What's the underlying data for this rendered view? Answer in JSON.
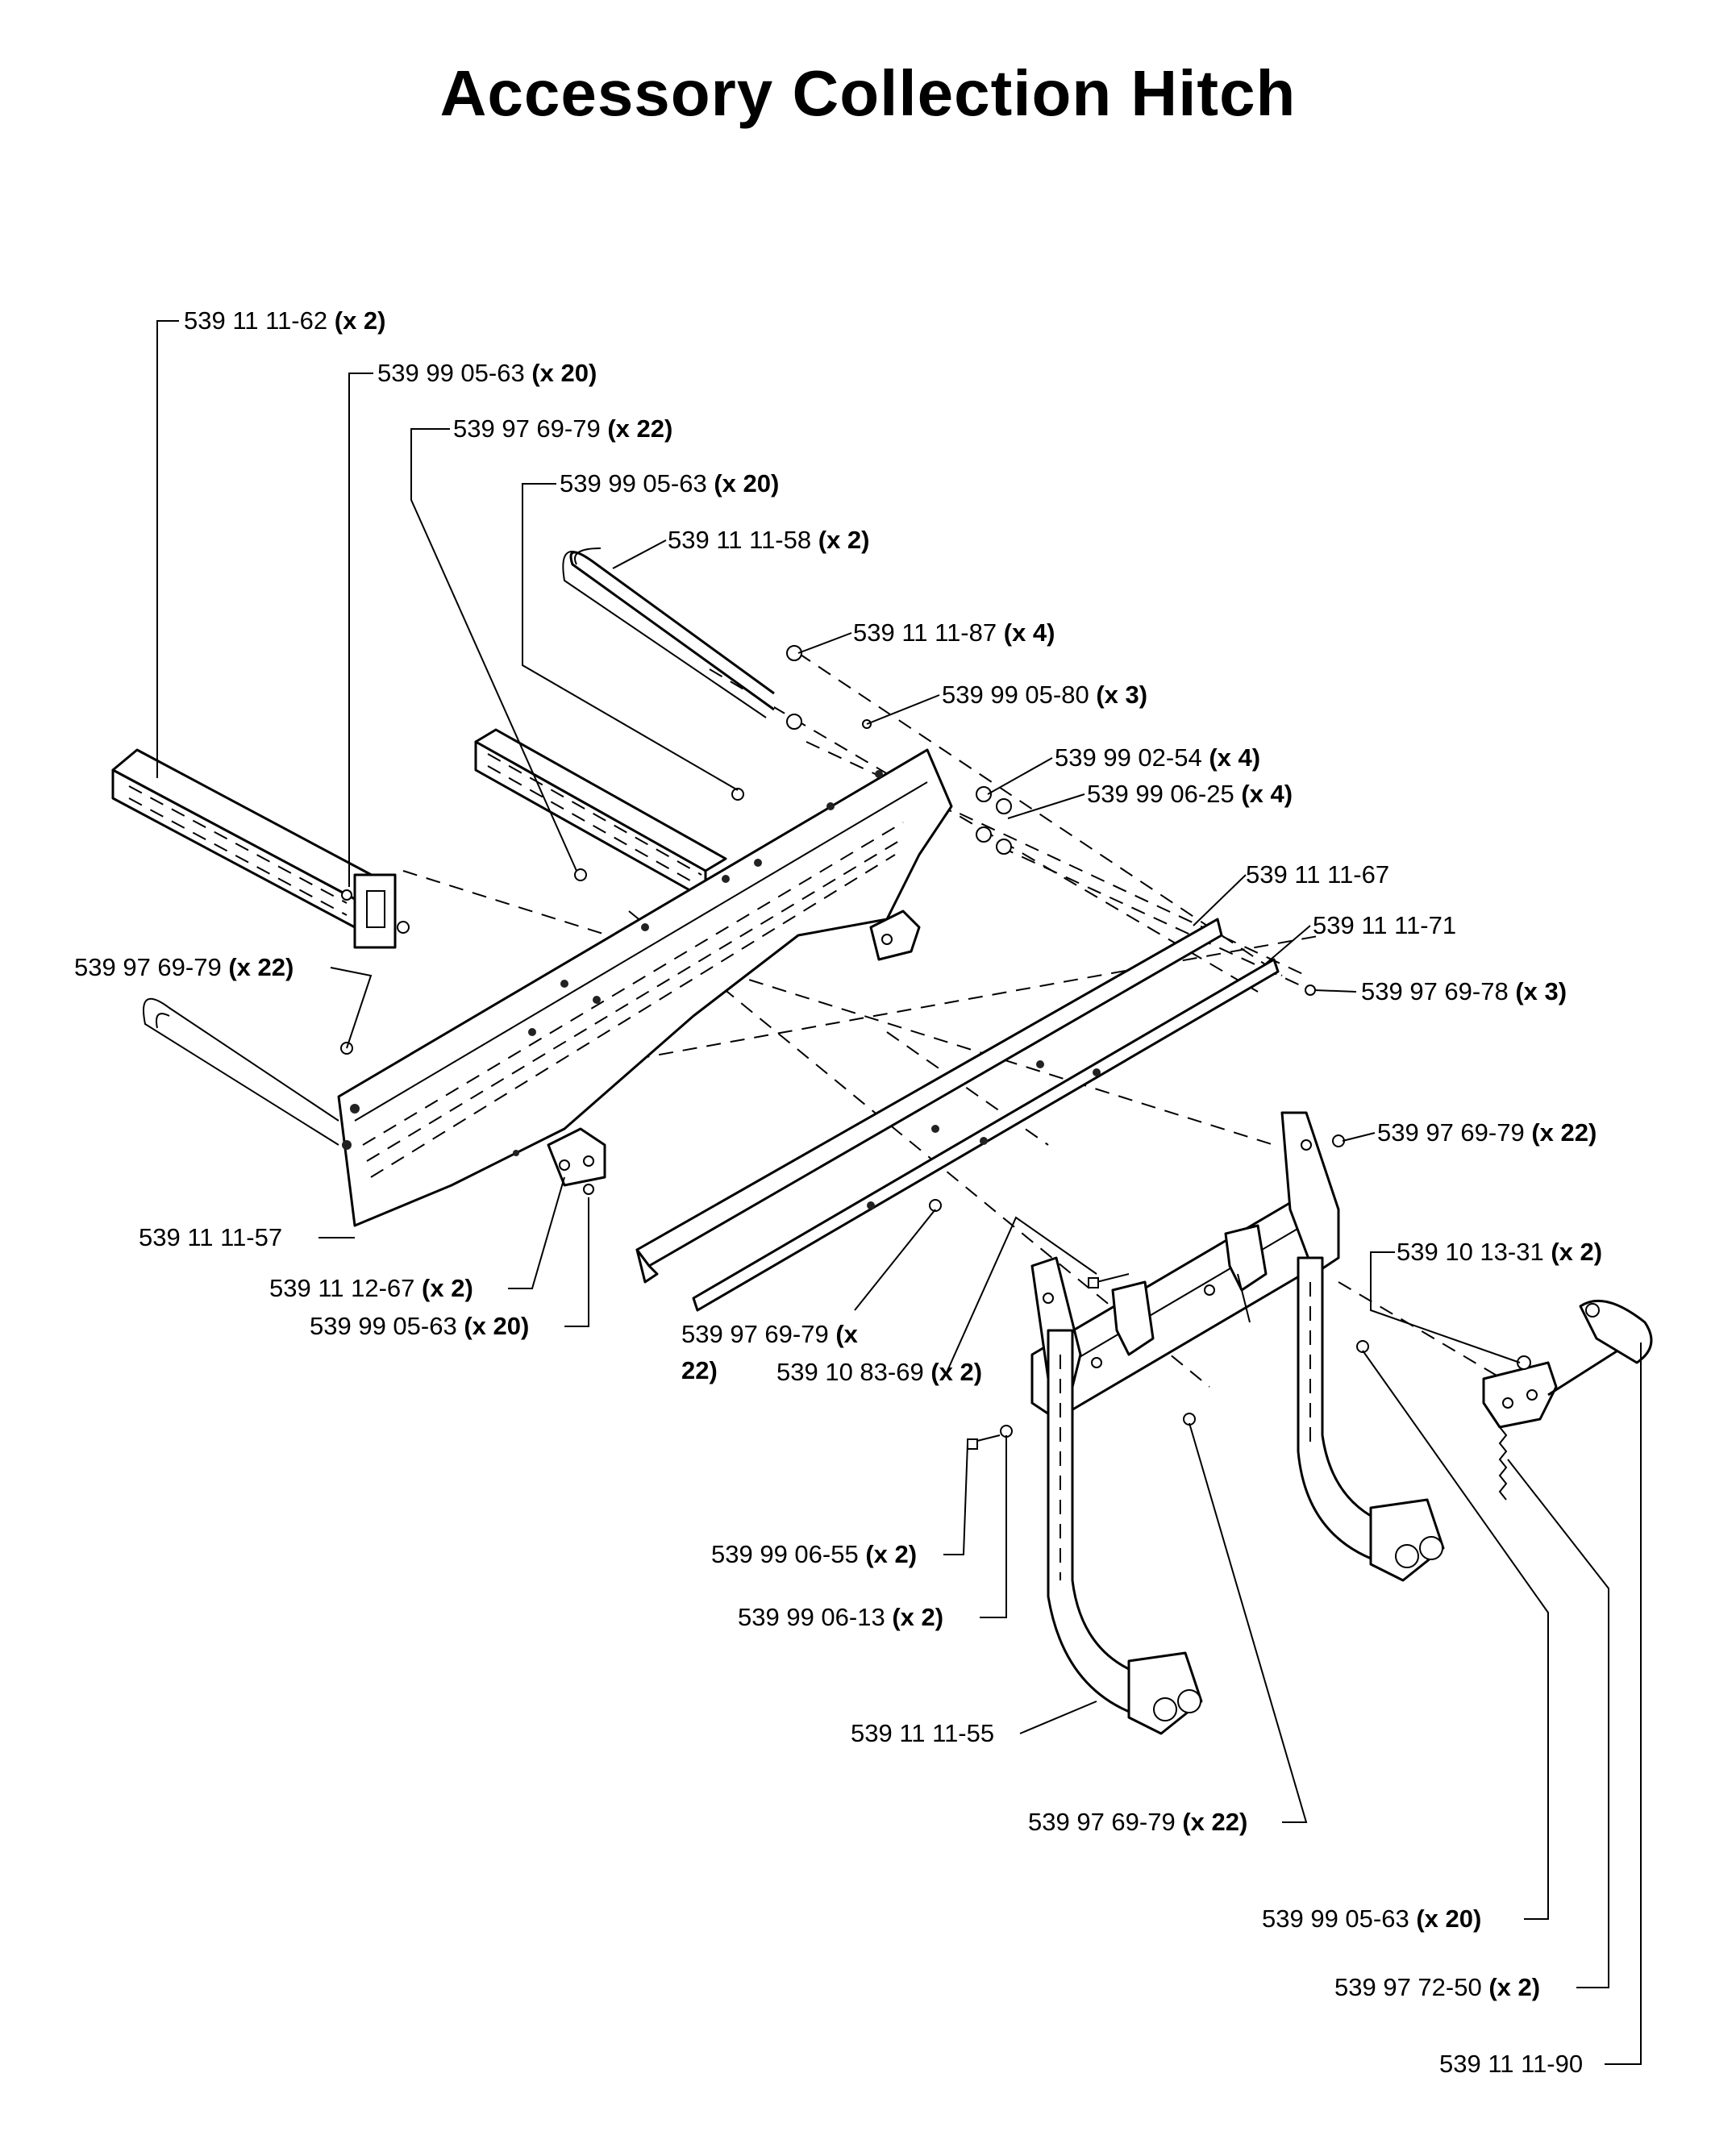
{
  "title": "Accessory Collection Hitch",
  "callouts": [
    {
      "id": "c1",
      "part": "539 11 11-62",
      "qty": "(x 2)"
    },
    {
      "id": "c2",
      "part": "539 99 05-63",
      "qty": "(x 20)"
    },
    {
      "id": "c3",
      "part": "539 97 69-79",
      "qty": "(x 22)"
    },
    {
      "id": "c4",
      "part": "539 99 05-63",
      "qty": "(x 20)"
    },
    {
      "id": "c5",
      "part": "539 11 11-58",
      "qty": "(x 2)"
    },
    {
      "id": "c6",
      "part": "539 11 11-87",
      "qty": "(x 4)"
    },
    {
      "id": "c7",
      "part": "539 99 05-80",
      "qty": "(x 3)"
    },
    {
      "id": "c8",
      "part": "539 99 02-54",
      "qty": "(x 4)"
    },
    {
      "id": "c9",
      "part": "539 99 06-25",
      "qty": "(x 4)"
    },
    {
      "id": "c10",
      "part": "539 11 11-67",
      "qty": ""
    },
    {
      "id": "c11",
      "part": "539 11 11-71",
      "qty": ""
    },
    {
      "id": "c12",
      "part": "539 97 69-78",
      "qty": "(x 3)"
    },
    {
      "id": "c13",
      "part": "539 97 69-79",
      "qty": "(x 22)"
    },
    {
      "id": "c14",
      "part": "539 97 69-79",
      "qty": "(x 22)"
    },
    {
      "id": "c15",
      "part": "539 11 11-57",
      "qty": ""
    },
    {
      "id": "c16",
      "part": "539 11 12-67",
      "qty": "(x 2)"
    },
    {
      "id": "c17",
      "part": "539 99 05-63",
      "qty": "(x 20)"
    },
    {
      "id": "c18",
      "part": "539 97 69-79",
      "qty": "(x",
      "qty2": "22)"
    },
    {
      "id": "c19",
      "part": "539 10 83-69",
      "qty": "(x 2)"
    },
    {
      "id": "c20",
      "part": "539 10 13-31",
      "qty": "(x 2)"
    },
    {
      "id": "c21",
      "part": "539 99 06-55",
      "qty": "(x 2)"
    },
    {
      "id": "c22",
      "part": "539 99 06-13",
      "qty": "(x 2)"
    },
    {
      "id": "c23",
      "part": "539 11 11-55",
      "qty": ""
    },
    {
      "id": "c24",
      "part": "539 97 69-79",
      "qty": "(x 22)"
    },
    {
      "id": "c25",
      "part": "539 99 05-63",
      "qty": "(x 20)"
    },
    {
      "id": "c26",
      "part": "539 97 72-50",
      "qty": "(x 2)"
    },
    {
      "id": "c27",
      "part": "539 11 11-90",
      "qty": ""
    }
  ]
}
